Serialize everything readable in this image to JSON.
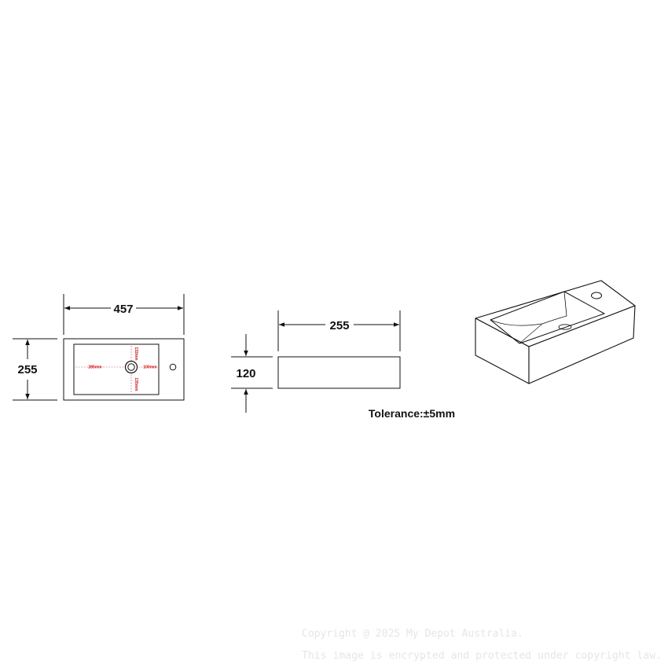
{
  "top_view": {
    "width_label": "457",
    "depth_label": "255",
    "inner_dims": {
      "left": "285mm",
      "right": "100mm",
      "top": "132mm",
      "bottom": "135mm"
    }
  },
  "side_view": {
    "width_label": "255",
    "height_label": "120"
  },
  "tolerance": "Tolerance:±5mm",
  "watermark": {
    "line1": "Copyright @ 2025 My Depot Australia.",
    "line2": "This image is encrypted and protected under copyright law."
  }
}
